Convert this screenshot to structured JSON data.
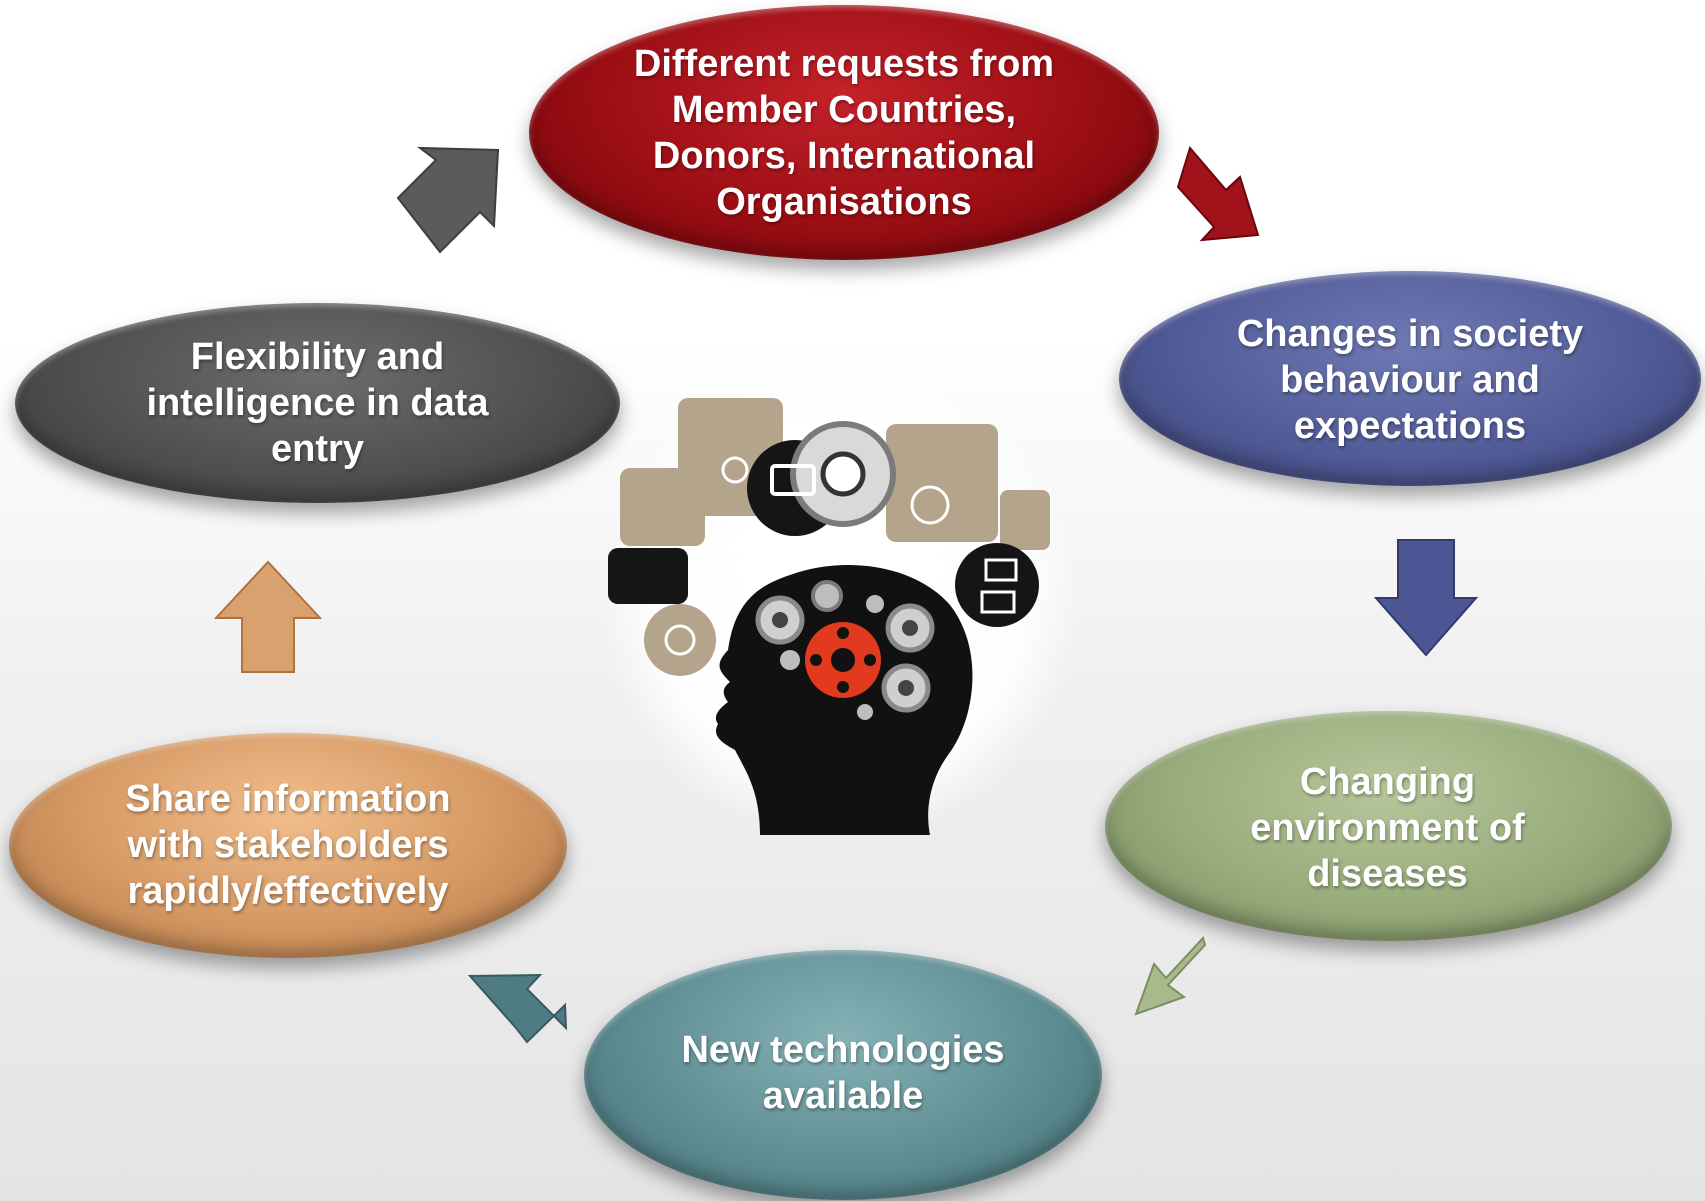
{
  "nodes": [
    {
      "id": "red",
      "lines": [
        "Different requests from",
        "Member Countries,",
        "Donors, International",
        "Organisations"
      ],
      "color": "#9b0e14"
    },
    {
      "id": "blue",
      "lines": [
        "Changes in society",
        "behaviour and",
        "expectations"
      ],
      "color": "#525c98"
    },
    {
      "id": "green",
      "lines": [
        "Changing",
        "environment of",
        "diseases"
      ],
      "color": "#97ab7b"
    },
    {
      "id": "teal",
      "lines": [
        "New technologies",
        "available"
      ],
      "color": "#5f8e94"
    },
    {
      "id": "tan",
      "lines": [
        "Share information",
        "with stakeholders",
        "rapidly/effectively"
      ],
      "color": "#d49863"
    },
    {
      "id": "grey",
      "lines": [
        "Flexibility and",
        "intelligence in data",
        "entry"
      ],
      "color": "#4f504f"
    }
  ],
  "arrows": [
    {
      "id": "grey-to-red",
      "icon": "arrow-up-right-icon",
      "color": "#5a5b5a"
    },
    {
      "id": "red-to-blue",
      "icon": "arrow-down-right-icon",
      "color": "#a0131b"
    },
    {
      "id": "blue-to-green",
      "icon": "arrow-down-icon",
      "color": "#4d5694"
    },
    {
      "id": "green-to-teal",
      "icon": "arrow-down-left-icon",
      "color": "#a8b98c"
    },
    {
      "id": "teal-to-tan",
      "icon": "arrow-up-left-icon",
      "color": "#4e7c82"
    },
    {
      "id": "tan-to-grey",
      "icon": "arrow-up-icon",
      "color": "#d9a16e"
    }
  ],
  "center_image": {
    "icon": "head-with-gears-icon",
    "gear_accent_color": "#e23a1f",
    "bubble_color": "#b5a48c"
  }
}
